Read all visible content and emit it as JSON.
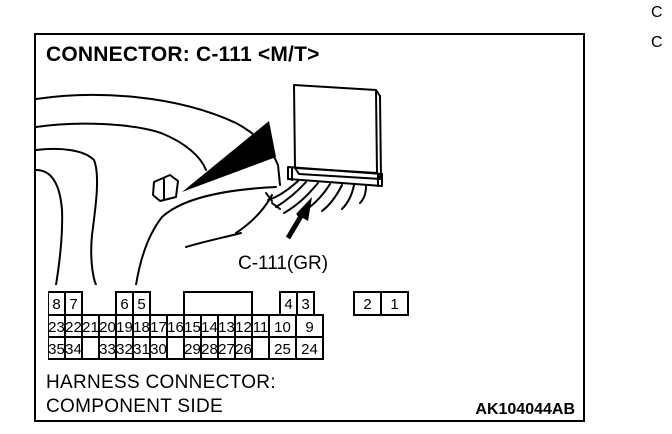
{
  "title": "CONNECTOR: C-111 <M/T>",
  "callout": "C-111(GR)",
  "pins": {
    "row1": [
      "8",
      "7",
      "",
      "6",
      "5",
      "",
      "",
      "",
      "4",
      "3",
      "",
      "2",
      "1"
    ],
    "row2": [
      "23",
      "22",
      "21",
      "20",
      "19",
      "18",
      "17",
      "16",
      "15",
      "14",
      "13",
      "12",
      "11",
      "10",
      "9"
    ],
    "row3": [
      "35",
      "34",
      "",
      "33",
      "32",
      "31",
      "30",
      "",
      "29",
      "28",
      "27",
      "26",
      "",
      "25",
      "24"
    ]
  },
  "caption_line1": "HARNESS CONNECTOR:",
  "caption_line2": "COMPONENT SIDE",
  "image_id": "AK104044AB",
  "side_fragments": [
    "C",
    "C"
  ]
}
